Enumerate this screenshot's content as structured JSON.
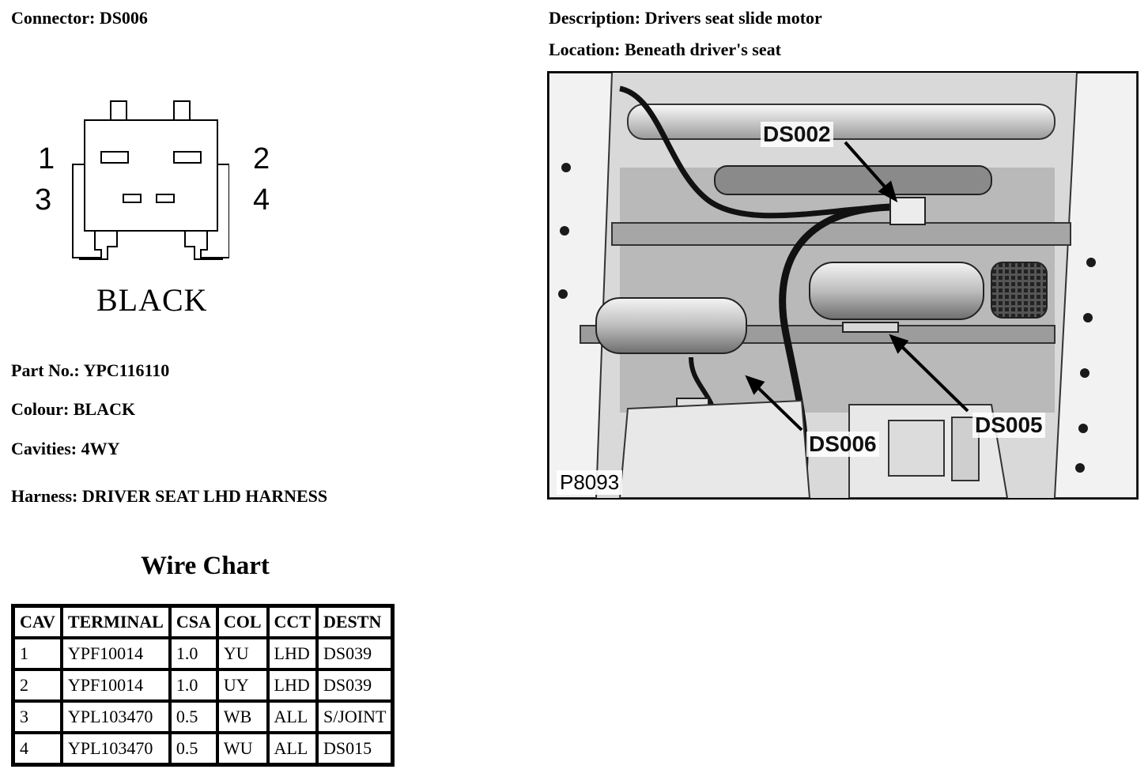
{
  "header": {
    "connector_label": "Connector:",
    "connector_value": "DS006",
    "description_label": "Description:",
    "description_value": "Drivers seat slide motor",
    "location_label": "Location:",
    "location_value": "Beneath driver's seat"
  },
  "connector_diagram": {
    "pins": [
      "1",
      "2",
      "3",
      "4"
    ],
    "colour_text": "BLACK"
  },
  "details": {
    "part_no_label": "Part No.:",
    "part_no_value": "YPC116110",
    "colour_label": "Colour:",
    "colour_value": "BLACK",
    "cavities_label": "Cavities:",
    "cavities_value": "4WY",
    "harness_label": "Harness:",
    "harness_value": "DRIVER SEAT LHD HARNESS"
  },
  "wire_chart": {
    "title": "Wire Chart",
    "headers": [
      "CAV",
      "TERMINAL",
      "CSA",
      "COL",
      "CCT",
      "DESTN"
    ],
    "rows": [
      [
        "1",
        "YPF10014",
        "1.0",
        "YU",
        "LHD",
        "DS039"
      ],
      [
        "2",
        "YPF10014",
        "1.0",
        "UY",
        "LHD",
        "DS039"
      ],
      [
        "3",
        "YPL103470",
        "0.5",
        "WB",
        "ALL",
        "S/JOINT"
      ],
      [
        "4",
        "YPL103470",
        "0.5",
        "WU",
        "ALL",
        "DS015"
      ]
    ]
  },
  "photo": {
    "callouts": [
      "DS002",
      "DS005",
      "DS006"
    ],
    "image_id": "P8093"
  }
}
